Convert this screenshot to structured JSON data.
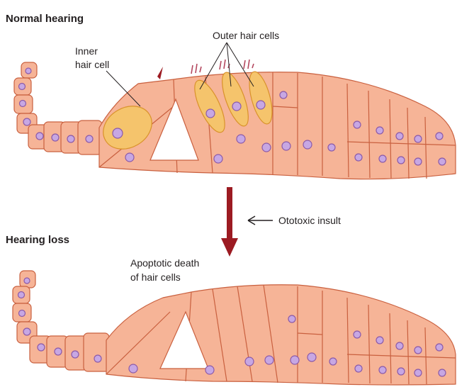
{
  "panels": {
    "top": {
      "heading": "Normal hearing"
    },
    "bottom": {
      "heading": "Hearing loss"
    }
  },
  "labels": {
    "inner_hair_cell_line1": "Inner",
    "inner_hair_cell_line2": "hair cell",
    "outer_hair_cells": "Outer hair cells",
    "ototoxic_insult": "Ototoxic insult",
    "apoptotic_line1": "Apoptotic death",
    "apoptotic_line2": "of hair cells"
  },
  "colors": {
    "cell_fill": "#f6b497",
    "cell_stroke": "#c9603f",
    "hair_cell_fill": "#f5c46c",
    "nucleus_fill": "#c7a7e3",
    "nucleus_stroke": "#8b5aa8",
    "arrow": "#9c1b22"
  }
}
